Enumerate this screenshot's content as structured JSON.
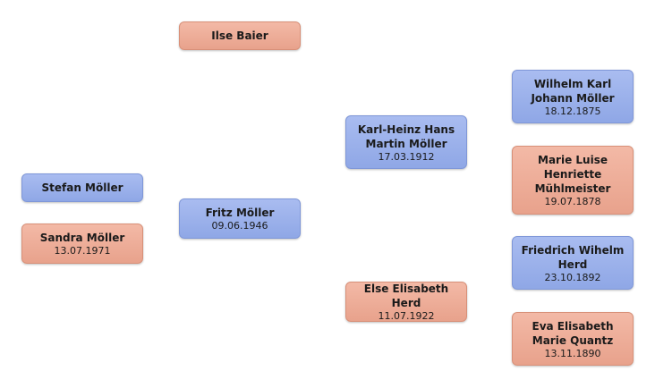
{
  "nodes": {
    "ilse": {
      "name": "Ilse Baier",
      "date": ""
    },
    "stefan": {
      "name": "Stefan Möller",
      "date": ""
    },
    "sandra": {
      "name": "Sandra Möller",
      "date": "13.07.1971"
    },
    "fritz": {
      "name": "Fritz Möller",
      "date": "09.06.1946"
    },
    "karl": {
      "name": "Karl-Heinz Hans Martin Möller",
      "date": "17.03.1912"
    },
    "else": {
      "name": "Else Elisabeth Herd",
      "date": "11.07.1922"
    },
    "wilhelm": {
      "name": "Wilhelm Karl Johann Möller",
      "date": "18.12.1875"
    },
    "marie": {
      "name": "Marie Luise Henriette Mühlmeister",
      "date": "19.07.1878"
    },
    "friedrich": {
      "name": "Friedrich Wihelm Herd",
      "date": "23.10.1892"
    },
    "eva": {
      "name": "Eva Elisabeth Marie Quantz",
      "date": "13.11.1890"
    }
  },
  "colors": {
    "male": "#97aeea",
    "female": "#eeae98"
  }
}
